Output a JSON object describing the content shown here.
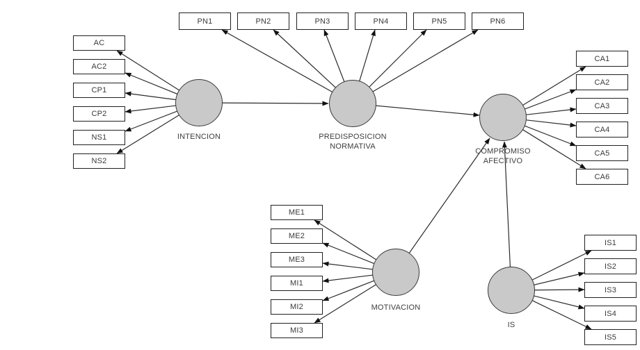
{
  "diagram": {
    "type": "pls-sem-path-model",
    "background": "#ffffff",
    "colors": {
      "latent_fill": "#c9c9c9",
      "latent_stroke": "#383838",
      "indicator_fill": "#ffffff",
      "indicator_stroke": "#1f1f1f",
      "arrow": "#2a2a2a",
      "text": "#3d3d3d"
    },
    "latent_variables": [
      {
        "id": "intencion",
        "label": "INTENCION",
        "indicators": [
          "AC",
          "AC2",
          "CP1",
          "CP2",
          "NS1",
          "NS2"
        ]
      },
      {
        "id": "predisposicion-normativa",
        "label": "PREDISPOSICION NORMATIVA",
        "indicators": [
          "PN1",
          "PN2",
          "PN3",
          "PN4",
          "PN5",
          "PN6"
        ]
      },
      {
        "id": "compromiso-afectivo",
        "label": "COMPROMISO AFECTIVO",
        "indicators": [
          "CA1",
          "CA2",
          "CA3",
          "CA4",
          "CA5",
          "CA6"
        ]
      },
      {
        "id": "motivacion",
        "label": "MOTIVACION",
        "indicators": [
          "ME1",
          "ME2",
          "ME3",
          "MI1",
          "MI2",
          "MI3"
        ]
      },
      {
        "id": "is",
        "label": "IS",
        "indicators": [
          "IS1",
          "IS2",
          "IS3",
          "IS4",
          "IS5"
        ]
      }
    ],
    "structural_paths": [
      {
        "from": "INTENCION",
        "to": "PREDISPOSICION NORMATIVA"
      },
      {
        "from": "PREDISPOSICION NORMATIVA",
        "to": "COMPROMISO AFECTIVO"
      },
      {
        "from": "MOTIVACION",
        "to": "COMPROMISO AFECTIVO"
      },
      {
        "from": "IS",
        "to": "COMPROMISO AFECTIVO"
      }
    ]
  }
}
